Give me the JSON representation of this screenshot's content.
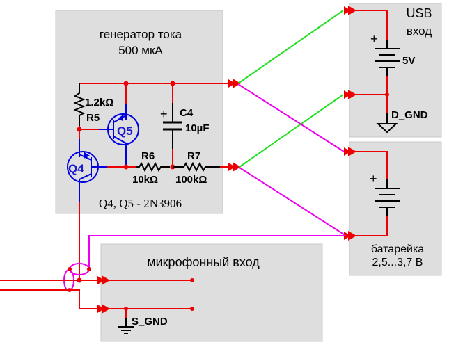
{
  "diagram": {
    "type": "electrical-schematic",
    "colors": {
      "wire": "#ee0000",
      "transistor": "#0000e0",
      "link_usb": "#22e022",
      "link_battery": "#ee00ee",
      "box_fill": "#dedede"
    },
    "current_source": {
      "title_line1": "генератор тока",
      "title_line2": "500 мкА",
      "r5_value": "1.2kΩ",
      "r5_name": "R5",
      "q5_name": "Q5",
      "q4_name": "Q4",
      "c4_name": "C4",
      "c4_value": "10µF",
      "c4_polarity": "+",
      "r6_name": "R6",
      "r6_value": "10kΩ",
      "r7_name": "R7",
      "r7_value": "100kΩ",
      "note": "Q4, Q5 - 2N3906"
    },
    "usb_input": {
      "title_line1": "USB",
      "title_line2": "вход",
      "voltage": "5V",
      "polarity": "+",
      "ground": "D_GND"
    },
    "battery": {
      "polarity": "+",
      "title_line1": "батарейка",
      "title_line2": "2,5...3,7 В"
    },
    "mic_input": {
      "title": "микрофонный вход",
      "ground": "S_GND"
    }
  }
}
